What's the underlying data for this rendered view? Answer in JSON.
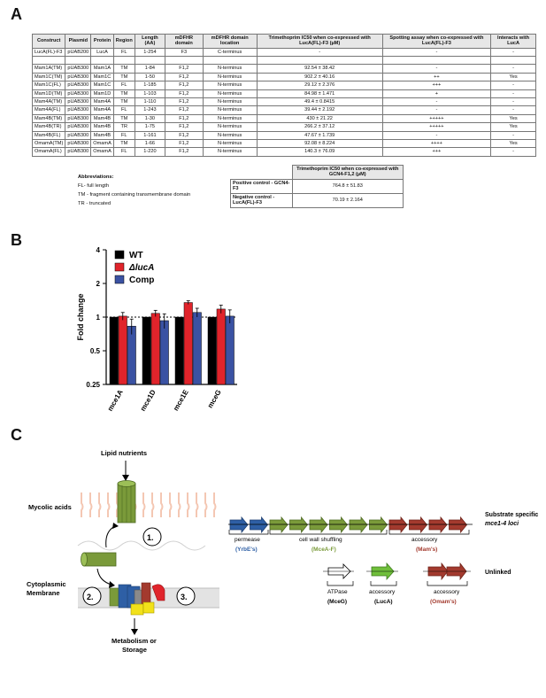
{
  "panels": {
    "a": "A",
    "b": "B",
    "c": "C"
  },
  "table": {
    "headers": [
      "Construct",
      "Plasmid",
      "Protein",
      "Region",
      "Length (AA)",
      "mDFHR domain",
      "mDFHR domain location",
      "Trimethoprim IC50 when co-expressed with LucA(FL)-F3 (µM)",
      "Spotting assay when co-expressed with LucA(FL)-F3",
      "Interacts with LucA"
    ],
    "rows_top": [
      [
        "LucA(FL)-F3",
        "pUAB200",
        "LucA",
        "FL",
        "1-254",
        "F3",
        "C-terminus",
        "-",
        "-",
        "-"
      ]
    ],
    "rows": [
      [
        "Mam1A(TM)",
        "pUAB300",
        "Mam1A",
        "TM",
        "1-84",
        "F1,2",
        "N-terminus",
        "92.54 ± 38.42",
        "-",
        "-"
      ],
      [
        "Mam1C(TM)",
        "pUAB300",
        "Mam1C",
        "TM",
        "1-50",
        "F1,2",
        "N-terminus",
        "902.2 ± 40.16",
        "++",
        "Yes"
      ],
      [
        "Mam1C(FL)",
        "pUAB300",
        "Mam1C",
        "FL",
        "1-185",
        "F1,2",
        "N-terminus",
        "29.12 ± 2.376",
        "+++",
        "-"
      ],
      [
        "Mam1D(TM)",
        "pUAB300",
        "Mam1D",
        "TM",
        "1-103",
        "F1,2",
        "N-terminus",
        "84.98 ± 1.471",
        "+",
        "-"
      ],
      [
        "Mam4A(TM)",
        "pUAB300",
        "Mam4A",
        "TM",
        "1-110",
        "F1,2",
        "N-terminus",
        "49.4 ± 0.8415",
        "-",
        "-"
      ],
      [
        "Mam4A(FL)",
        "pUAB300",
        "Mam4A",
        "FL",
        "1-243",
        "F1,2",
        "N-terminus",
        "39.44 ± 2.192",
        "-",
        "-"
      ],
      [
        "Mam4B(TM)",
        "pUAB300",
        "Mam4B",
        "TM",
        "1-30",
        "F1,2",
        "N-terminus",
        "430 ± 21.22",
        "+++++",
        "Yes"
      ],
      [
        "Mam4B(TR)",
        "pUAB300",
        "Mam4B",
        "TR",
        "1-75",
        "F1,2",
        "N-terminus",
        "266.2 ± 37.12",
        "+++++",
        "Yes"
      ],
      [
        "Mam4B(FL)",
        "pUAB300",
        "Mam4B",
        "FL",
        "1-161",
        "F1,2",
        "N-terminus",
        "47.67 ± 1.739",
        "-",
        "-"
      ],
      [
        "OmamA(TM)",
        "pUAB300",
        "OmamA",
        "TM",
        "1-66",
        "F1,2",
        "N-terminus",
        "92.08 ± 8.224",
        "++++",
        "Yes"
      ],
      [
        "OmamA(FL)",
        "pUAB300",
        "OmamA",
        "FL",
        "1-220",
        "F1,2",
        "N-terminus",
        "140.3 ± 76.09",
        "+++",
        "-"
      ]
    ]
  },
  "abbreviations": {
    "title": "Abbreviations:",
    "items": [
      "FL- full length",
      "TM - fragment containing transmembrane domain",
      "TR - truncated"
    ]
  },
  "controls": {
    "header": "Trimethoprim IC50 when co-expressed with GCN4-F1,2 (µM)",
    "rows": [
      [
        "Positive control - GCN4-F3",
        "764.8 ± 51.83"
      ],
      [
        "Negative control - LucA(FL)-F3",
        "70.19 ± 2.164"
      ]
    ]
  },
  "chart_data": {
    "type": "bar",
    "categories": [
      "mce1A",
      "mce1D",
      "mce1E",
      "mceG"
    ],
    "series": [
      {
        "name": "WT",
        "values": [
          1.0,
          1.0,
          1.0,
          1.0
        ],
        "errors": [
          0,
          0,
          0,
          0
        ],
        "color": "#000000"
      },
      {
        "name": "ΔlucA",
        "values": [
          1.02,
          1.08,
          1.35,
          1.18
        ],
        "errors": [
          0.08,
          0.07,
          0.05,
          0.1
        ],
        "color": "#e0242b"
      },
      {
        "name": "Comp",
        "values": [
          0.83,
          0.93,
          1.1,
          1.02
        ],
        "errors": [
          0.13,
          0.14,
          0.1,
          0.14
        ],
        "color": "#3a52a3"
      }
    ],
    "ylabel": "Fold change",
    "yscale": "log2",
    "ylim": [
      0.25,
      4
    ],
    "yticks": [
      "4",
      "2",
      "1",
      "0.5",
      "0.25"
    ],
    "legend_position": "top-left",
    "reference_line": 1
  },
  "diagram": {
    "lipid_label": "Lipid nutrients",
    "mycolic_label": "Mycolic acids",
    "membrane_label_1": "Cytoplasmic",
    "membrane_label_2": "Membrane",
    "metabolism_label_1": "Metabolism or",
    "metabolism_label_2": "Storage",
    "step1": "1.",
    "step2": "2.",
    "step3": "3.",
    "substrate_label_1": "Substrate specific",
    "substrate_label_2": "mce1-4 loci",
    "unlinked_label": "Unlinked",
    "permease_label": "permease",
    "permease_sub": "(YrbE's)",
    "shuffling_label": "cell wall shuffling",
    "shuffling_sub": "(MceA-F)",
    "accessory_label": "accessory",
    "accessory_sub": "(Mam's)",
    "atpase_label": "ATPase",
    "atpase_sub": "(MceG)",
    "luca_label": "accessory",
    "luca_sub": "(LucA)",
    "omam_label": "accessory",
    "omam_sub": "(Omam's)",
    "colors": {
      "permease": "#2e5fa5",
      "shuffling": "#7a9a3a",
      "accessory": "#a33a2e",
      "atpase_fill": "#ffffff",
      "luca": "#6fbf3a",
      "membrane": "#cfcfcf",
      "mycolic": "#f4c7b3"
    }
  }
}
